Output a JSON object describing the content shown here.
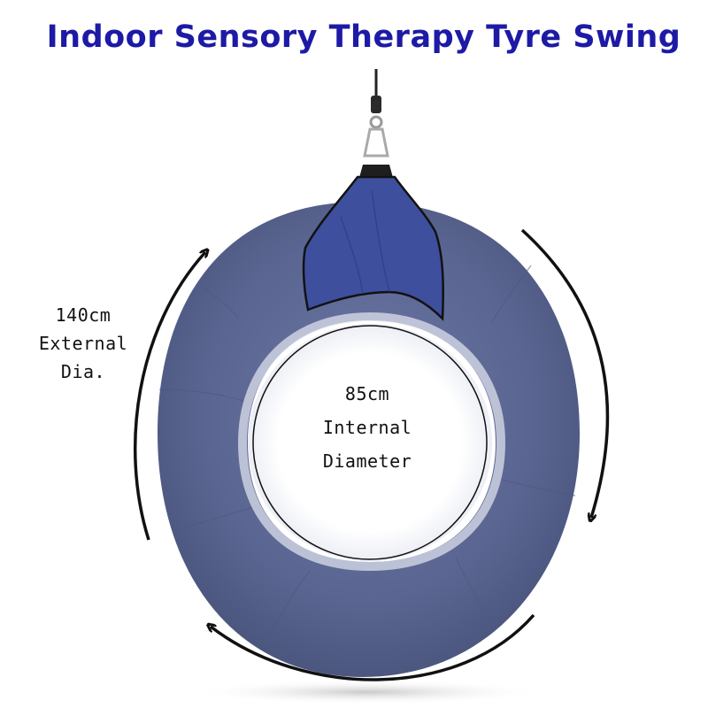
{
  "title": "Indoor Sensory Therapy Tyre Swing",
  "external": {
    "line1": "140cm",
    "line2": "External",
    "line3": "Dia."
  },
  "internal": {
    "line1": "85cm",
    "line2": "Internal",
    "line3": "Diameter"
  },
  "colors": {
    "title": "#1d1aa6",
    "tyre": "#5a6591",
    "fabric": "#3e4f9e",
    "arrows": "#111111"
  }
}
